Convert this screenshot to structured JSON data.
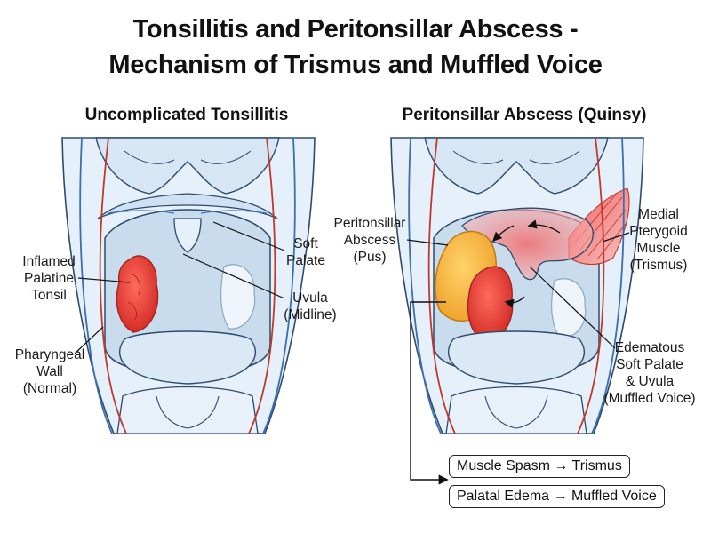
{
  "title": {
    "line1": "Tonsillitis and Peritonsillar Abscess -",
    "line2": "Mechanism of Trismus and Muffled Voice"
  },
  "left_panel": {
    "heading": "Uncomplicated Tonsillitis",
    "labels": {
      "inflamed_tonsil": [
        "Inflamed",
        "Palatine",
        "Tonsil"
      ],
      "pharyngeal_wall": [
        "Pharyngeal",
        "Wall",
        "(Normal)"
      ],
      "soft_palate": [
        "Soft",
        "Palate"
      ],
      "uvula": [
        "Uvula",
        "(Midline)"
      ]
    }
  },
  "right_panel": {
    "heading": "Peritonsillar Abscess (Quinsy)",
    "labels": {
      "abscess": [
        "Peritonsillar",
        "Abscess",
        "(Pus)"
      ],
      "pterygoid": [
        "Medial",
        "Pterygoid",
        "Muscle",
        "(Trismus)"
      ],
      "edema": [
        "Edematous",
        "Soft Palate",
        "& Uvula",
        "(Muffled Voice)"
      ]
    }
  },
  "boxes": {
    "trismus": "Muscle Spasm → Trismus",
    "muffled": "Palatal Edema → Muffled Voice"
  },
  "colors": {
    "tissue": "#dbe9f6",
    "outline": "#2f4a6b",
    "tonsil": "#e8443a",
    "pus": "#f4b43a",
    "vessel": "#c0392b",
    "vein": "#3a6fb0"
  }
}
